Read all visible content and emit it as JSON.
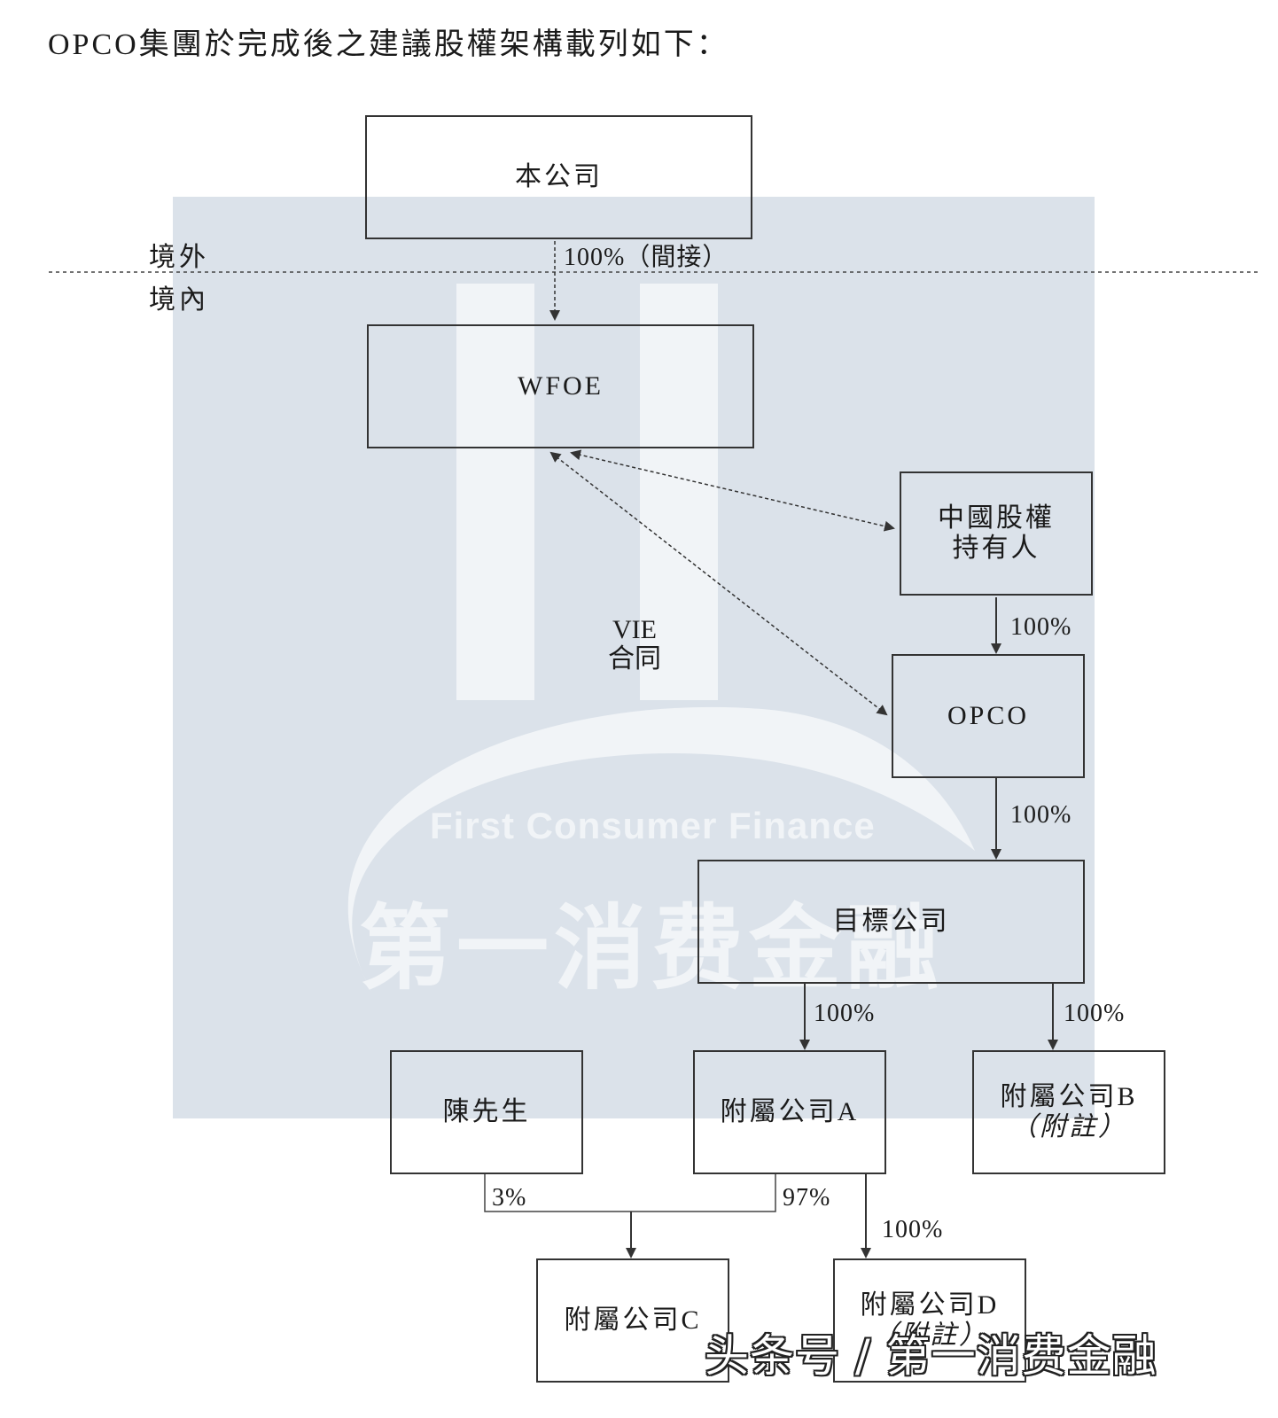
{
  "heading": "OPCO集團於完成後之建議股權架構載列如下：",
  "watermark": {
    "en": "First Consumer Finance",
    "cn": "第一消费金融"
  },
  "zones": {
    "offshore": "境外",
    "onshore": "境內"
  },
  "boxes": {
    "company": "本公司",
    "wfoe": "WFOE",
    "prc_holders_line1": "中國股權",
    "prc_holders_line2": "持有人",
    "opco": "OPCO",
    "target": "目標公司",
    "mr_chen": "陳先生",
    "sub_a": "附屬公司A",
    "sub_b": "附屬公司B",
    "sub_b_note": "（附註）",
    "sub_c": "附屬公司C",
    "sub_d": "附屬公司D",
    "sub_d_note": "（附註）"
  },
  "edges": {
    "company_wfoe": "100%（間接）",
    "holders_opco": "100%",
    "opco_target": "100%",
    "target_sub_a": "100%",
    "target_sub_b": "100%",
    "chen_sub_c": "3%",
    "sub_a_sub_c": "97%",
    "sub_a_sub_d": "100%"
  },
  "vie": {
    "line1": "VIE",
    "line2": "合同"
  },
  "footer": "头条号 / 第一消费金融",
  "colors": {
    "watermark_bg": "#dbe2ea",
    "line": "#333333"
  }
}
